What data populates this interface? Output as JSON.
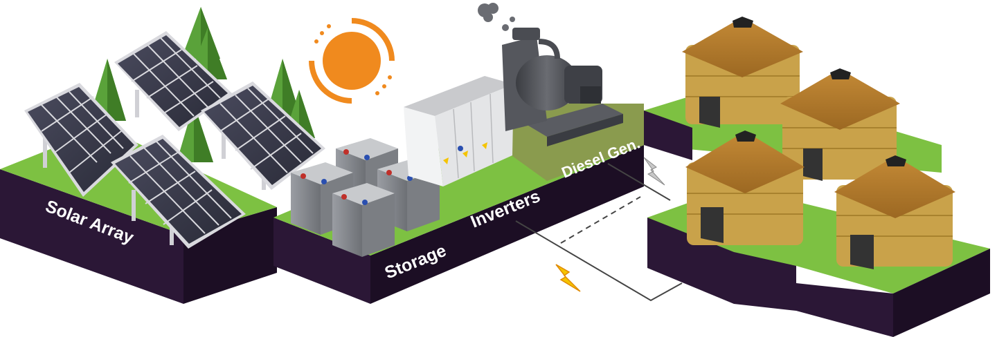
{
  "labels": {
    "solar": "Solar Array",
    "storage": "Storage",
    "inverters": "Inverters",
    "diesel": "Diesel Gen."
  },
  "colors": {
    "grass": "#7dc142",
    "grass_dark": "#5f9a2e",
    "base": "#2e1a3a",
    "base_side": "#1f1028",
    "sun": "#f08a1e",
    "panel": "#3c3d4e",
    "panel_frame": "#d9d9de",
    "tree": "#5aa23a",
    "tree_dark": "#3f7d26",
    "battery": "#8a8d92",
    "inverter": "#e9eaec",
    "generator": "#4a4c52",
    "hut_wall": "#c9a24a",
    "hut_roof": "#b27a2c",
    "bolt": "#f5c400"
  },
  "icons": [
    "sun-icon",
    "lightning-bolt-icon",
    "smoke-icon"
  ]
}
